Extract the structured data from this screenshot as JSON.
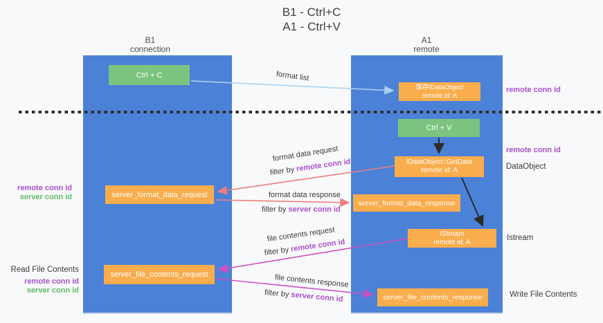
{
  "title": {
    "line1": "B1 - Ctrl+C",
    "line2": "A1 - Ctrl+V"
  },
  "lanes": {
    "left": {
      "title": "B1",
      "subtitle": "connection"
    },
    "right": {
      "title": "A1",
      "subtitle": "remote"
    }
  },
  "nodes": {
    "ctrl_c": {
      "label": "Ctrl + C"
    },
    "save_idataobject": {
      "label": "保存IDataObject",
      "sub": "remote id: A"
    },
    "ctrl_v": {
      "label": "Ctrl + V"
    },
    "getdata": {
      "label": "IDataObject::GetData",
      "sub": "remote id: A"
    },
    "format_request": {
      "label": "server_format_data_request"
    },
    "format_response": {
      "label": "server_format_data_response"
    },
    "istream": {
      "label": "IStream",
      "sub": "remote id: A"
    },
    "file_request": {
      "label": "server_file_contents_request"
    },
    "file_response": {
      "label": "server_file_contents_response"
    }
  },
  "side_labels": {
    "remote_conn_id_top": "remote conn id",
    "remote_conn_id_mid": "remote conn id",
    "dataobject": "DataObject",
    "istream": "Istream",
    "write_file_contents": "Write File Contents",
    "left_mid": {
      "remote": "remote conn id",
      "server": "server conn id"
    },
    "left_bottom": {
      "read": "Read File Contents",
      "remote": "remote conn id",
      "server": "server conn id"
    }
  },
  "arrow_labels": {
    "format_list": "format list",
    "format_data_request": "format data request",
    "filter_remote_1": {
      "prefix": "filter by ",
      "highlight": "remote conn id"
    },
    "format_data_response": "format data response",
    "filter_server_1": {
      "prefix": "filter by ",
      "highlight": "server conn id"
    },
    "file_contents_request": "file contents request",
    "filter_remote_2": {
      "prefix": "filter by ",
      "highlight": "remote conn id"
    },
    "file_contents_response": "file contents response",
    "filter_server_2": {
      "prefix": "filter by ",
      "highlight": "server conn id"
    }
  },
  "colors": {
    "lane_blue": "#4c81d8",
    "node_orange": "#f9ad4d",
    "key_green": "#7bc47f",
    "purple": "#a94fc8",
    "green_text": "#5fbb63",
    "salmon": "#ee7d7d",
    "magenta": "#cc50c4",
    "light_blue": "#a9d3f2"
  }
}
